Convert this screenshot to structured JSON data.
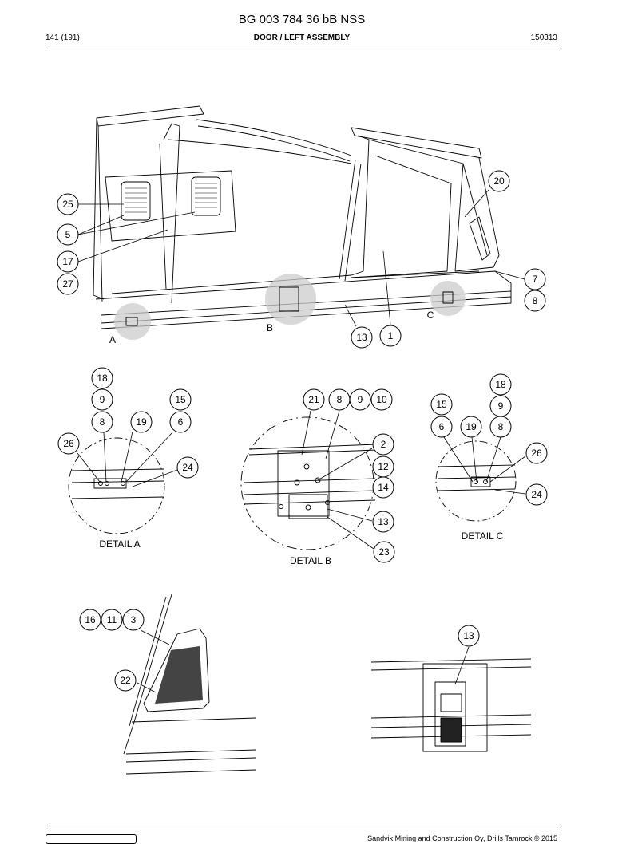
{
  "header": {
    "doc_number": "BG 003 784 36 bB NSS",
    "page": "141 (191)",
    "section_title": "DOOR / LEFT ASSEMBLY",
    "date_code": "150313"
  },
  "main_view": {
    "callouts": [
      "25",
      "5",
      "17",
      "27",
      "20",
      "7",
      "8",
      "13",
      "1"
    ],
    "detail_markers": [
      "A",
      "B",
      "C"
    ]
  },
  "detail_a": {
    "caption": "DETAIL A",
    "callouts": [
      "18",
      "9",
      "8",
      "19",
      "15",
      "6",
      "26",
      "24"
    ]
  },
  "detail_b": {
    "caption": "DETAIL B",
    "callouts": [
      "21",
      "8",
      "9",
      "10",
      "2",
      "12",
      "14",
      "13",
      "23"
    ]
  },
  "detail_c": {
    "caption": "DETAIL C",
    "callouts": [
      "18",
      "15",
      "9",
      "6",
      "19",
      "8",
      "26",
      "24"
    ]
  },
  "view_vent": {
    "callouts": [
      "16",
      "11",
      "3",
      "22"
    ]
  },
  "view_latch": {
    "callouts": [
      "13"
    ]
  },
  "footer": {
    "copyright": "Sandvik Mining and Construction Oy, Drills Tamrock © 2015"
  }
}
